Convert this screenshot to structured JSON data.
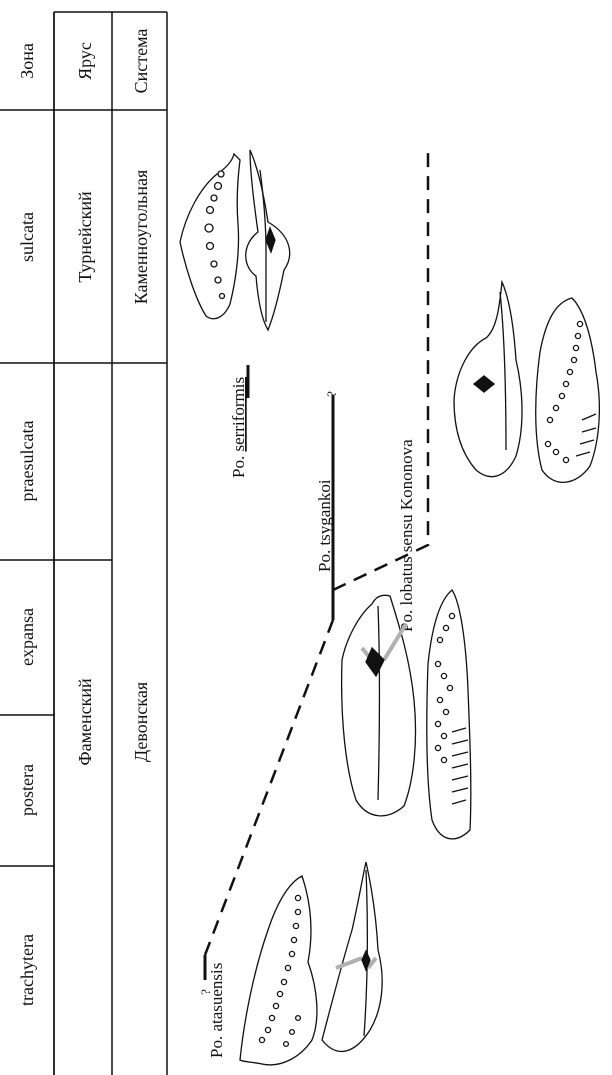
{
  "table": {
    "headers": {
      "system": "Система",
      "stage": "Ярус",
      "zone": "Зона"
    },
    "systems": [
      "Девонская",
      "Каменноугольная"
    ],
    "stages": [
      "Фаменский",
      "Турнейский"
    ],
    "zones": [
      "trachytera",
      "postera",
      "expansa",
      "praesulcata",
      "sulcata"
    ]
  },
  "taxa": {
    "atasuensis": "Po. atasuensis",
    "tsygankoi": "Po. tsygankoi",
    "serriformis_prefix": "Po. ",
    "serriformis_suffix": "serriformis",
    "lobatus": "Po. lobatus sensu Kononova"
  },
  "uncertainty_mark": "?"
}
